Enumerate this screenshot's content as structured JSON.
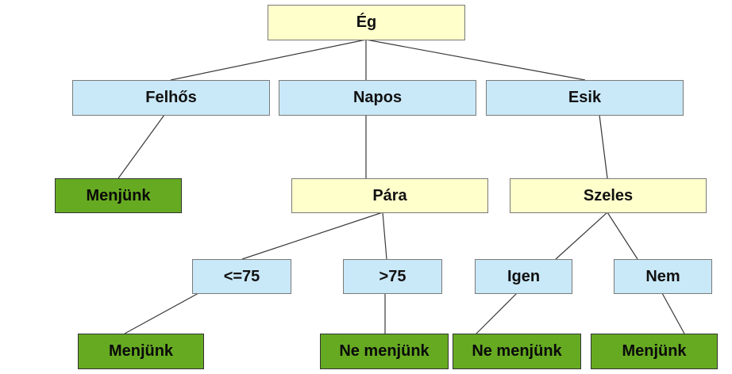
{
  "tree": {
    "root": {
      "label": "Ég"
    },
    "cloudy": {
      "label": "Felhős"
    },
    "sunny": {
      "label": "Napos"
    },
    "rain": {
      "label": "Esik"
    },
    "leaf_cloudy": {
      "label": "Menjünk"
    },
    "humidity": {
      "label": "Pára"
    },
    "windy": {
      "label": "Szeles"
    },
    "hum_low": {
      "label": "<=75"
    },
    "hum_high": {
      "label": ">75"
    },
    "wind_yes": {
      "label": "Igen"
    },
    "wind_no": {
      "label": "Nem"
    },
    "leaf_hum_low": {
      "label": "Menjünk"
    },
    "leaf_hum_high": {
      "label": "Ne menjünk"
    },
    "leaf_wind_yes": {
      "label": "Ne menjünk"
    },
    "leaf_wind_no": {
      "label": "Menjünk"
    }
  },
  "colors": {
    "attribute_fill": "#ffffcc",
    "value_fill": "#c9e8f8",
    "leaf_fill": "#66aa22"
  }
}
